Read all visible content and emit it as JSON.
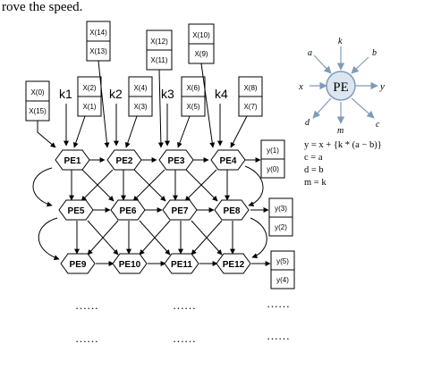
{
  "header_text": "rove the speed.",
  "k_labels": [
    "k1",
    "k2",
    "k3",
    "k4"
  ],
  "input_boxes": [
    {
      "top": "X(0)",
      "bottom": "X(15)"
    },
    {
      "top": "X(2)",
      "bottom": "X(1)"
    },
    {
      "top": "X(14)",
      "bottom": "X(13)"
    },
    {
      "top": "X(4)",
      "bottom": "X(3)"
    },
    {
      "top": "X(12)",
      "bottom": "X(11)"
    },
    {
      "top": "X(6)",
      "bottom": "X(5)"
    },
    {
      "top": "X(10)",
      "bottom": "X(9)"
    },
    {
      "top": "X(8)",
      "bottom": "X(7)"
    }
  ],
  "pe_rows": [
    [
      "PE1",
      "PE2",
      "PE3",
      "PE4"
    ],
    [
      "PE5",
      "PE6",
      "PE7",
      "PE8"
    ],
    [
      "PE9",
      "PE10",
      "PE11",
      "PE12"
    ]
  ],
  "output_boxes": [
    {
      "top": "y(1)",
      "bottom": "y(0)"
    },
    {
      "top": "y(3)",
      "bottom": "y(2)"
    },
    {
      "top": "y(5)",
      "bottom": "y(4)"
    }
  ],
  "ellipsis": "……",
  "legend": {
    "center": "PE",
    "inputs": {
      "a": "a",
      "k": "k",
      "b": "b",
      "x": "x"
    },
    "outputs": {
      "y": "y",
      "d": "d",
      "m": "m",
      "c": "c"
    },
    "equations": [
      "y = x + {k * (a − b)}",
      "c = a",
      "d = b",
      "m = k"
    ]
  },
  "colors": {
    "pe_circle_fill": "#dce6f1",
    "pe_circle_stroke": "#7f9bb8",
    "line": "#000000"
  }
}
